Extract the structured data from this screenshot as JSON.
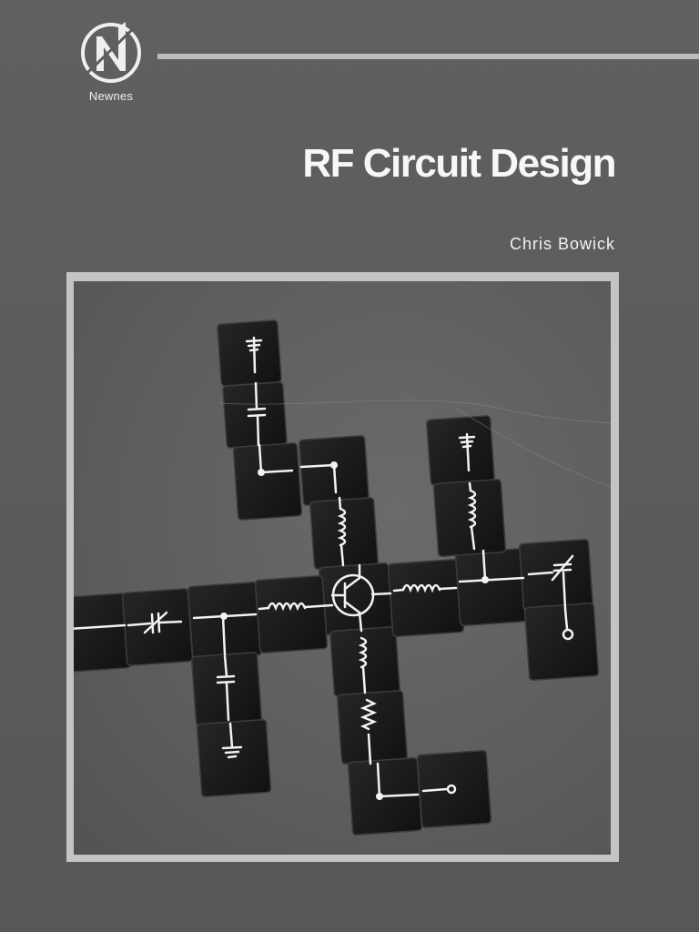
{
  "publisher": {
    "name": "Newnes",
    "logo_icon": "newnes-n-logo-icon"
  },
  "book": {
    "title": "RF Circuit Design",
    "author": "Chris Bowick"
  },
  "cover_image": {
    "description_icon": "circuit-domino-tiles-photo",
    "tile_symbols": [
      "antenna",
      "capacitor",
      "inductor",
      "transistor",
      "variable-capacitor",
      "resistor",
      "ground",
      "terminal"
    ]
  },
  "colors": {
    "background": "#5e5e5e",
    "title": "#f7f7f7",
    "rule": "#bdbdbd",
    "frame": "#c4c4c4",
    "tile": "#1a1a1a"
  }
}
